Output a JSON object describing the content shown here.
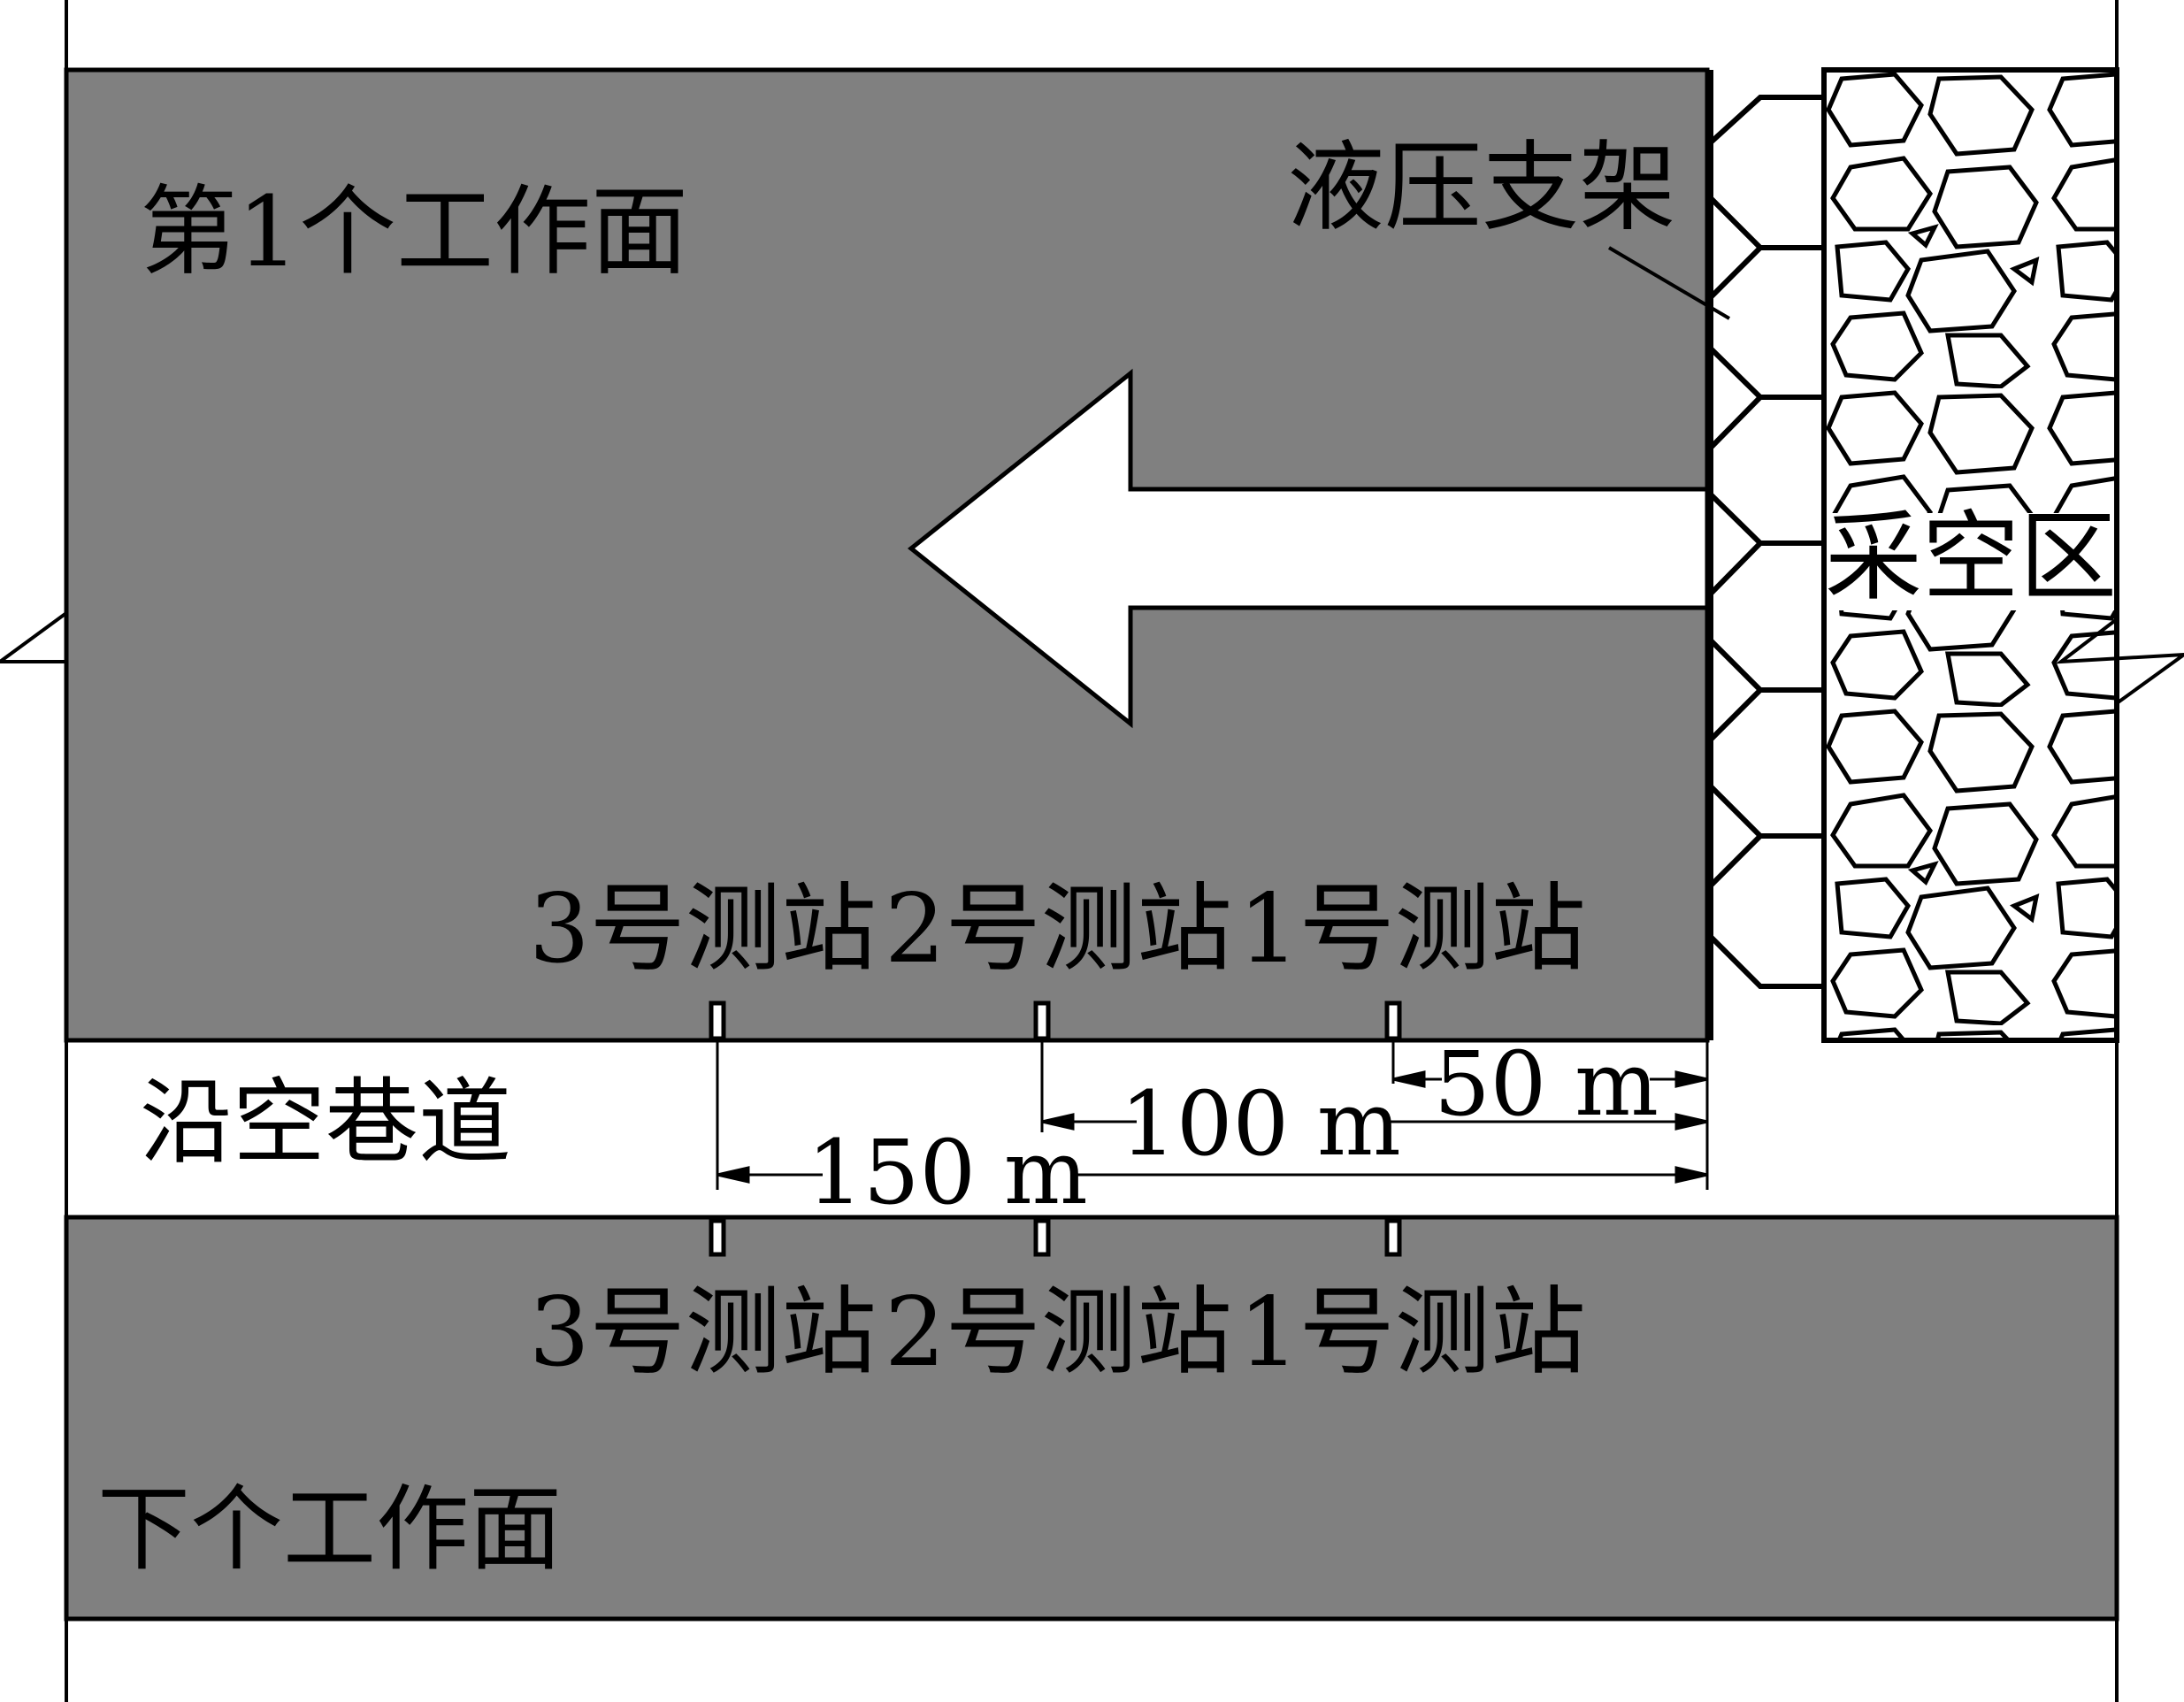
{
  "labels": {
    "face1": "第1个工作面",
    "support": "液压支架",
    "goaf": "采空区",
    "roadway": "沿空巷道",
    "next_face": "下个工作面"
  },
  "stations_top": [
    "3号测站",
    "2号测站",
    "1号测站"
  ],
  "stations_bottom": [
    "3号测站",
    "2号测站",
    "1号测站"
  ],
  "distances": [
    "150 m",
    "100 m",
    "50 m"
  ],
  "colors": {
    "coal": "#808080",
    "line": "#000000",
    "background": "#ffffff"
  }
}
